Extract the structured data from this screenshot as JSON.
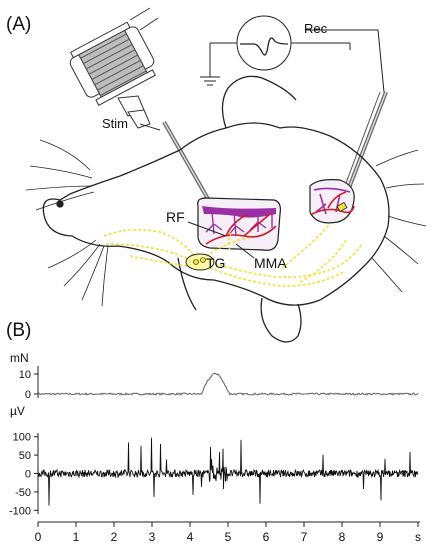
{
  "panel_a": {
    "label": "(A)",
    "labels": {
      "stim": "Stim",
      "rec": "Rec",
      "rf": "RF",
      "tg": "TG",
      "mma": "MMA"
    }
  },
  "panel_b": {
    "label": "(B)",
    "force_unit": "mN",
    "voltage_unit": "µV",
    "time_unit": "s"
  },
  "chart_data": [
    {
      "type": "line",
      "ylabel": "mN",
      "ylim": [
        -2,
        14
      ],
      "yticks": [
        "10",
        "0"
      ],
      "x": [
        0,
        4.3,
        4.45,
        4.6,
        4.75,
        4.9,
        5.05,
        9.9
      ],
      "series": [
        {
          "values": [
            0,
            0,
            6,
            10,
            10,
            5,
            0,
            0
          ]
        }
      ]
    },
    {
      "type": "line",
      "ylabel": "µV",
      "ylim": [
        -110,
        110
      ],
      "yticks": [
        "100",
        "50",
        "0",
        "-50",
        "-100"
      ],
      "xlabel": "s",
      "xlim": [
        0,
        10
      ],
      "xticks": [
        "0",
        "1",
        "2",
        "3",
        "4",
        "5",
        "6",
        "7",
        "8",
        "9",
        "s"
      ],
      "baseline_noise_uV": 10,
      "burst_window_s": [
        4.5,
        5.0
      ],
      "spike_amplitude_uV": [
        -95,
        100
      ]
    }
  ],
  "colors": {
    "ink": "#111111",
    "dura": "#9b2fa5",
    "vessel": "#d11a2a",
    "nerve": "#f0e23a",
    "stimulator": "#666666"
  }
}
